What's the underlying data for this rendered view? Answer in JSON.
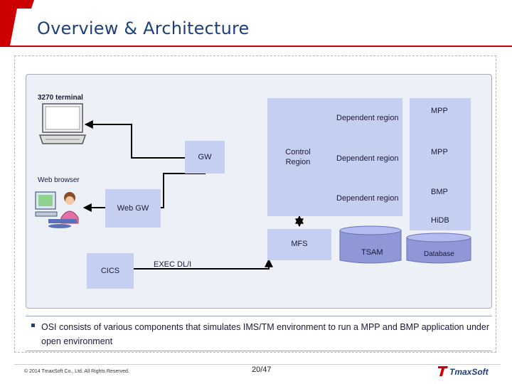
{
  "header": {
    "title": "Overview & Architecture"
  },
  "diagram": {
    "terminal_label": "3270 terminal",
    "web_browser_label": "Web browser",
    "gw": "GW",
    "web_gw": "Web GW",
    "control_region": "Control Region",
    "dependent_regions": [
      "Dependent region",
      "Dependent region",
      "Dependent region"
    ],
    "program_types": [
      "MPP",
      "MPP",
      "BMP"
    ],
    "hidb": "HiDB",
    "mfs": "MFS",
    "tsam": "TSAM",
    "database": "Database",
    "cics": "CICS",
    "exec_dli": "EXEC DL/I"
  },
  "note": {
    "text": "OSI consists of various components that simulates IMS/TM environment to run a MPP and BMP application under open environment"
  },
  "footer": {
    "copyright": "© 2014 TmaxSoft Co., Ltd. All Rights Reserved.",
    "page": "20/47",
    "logo_text": "TmaxSoft"
  },
  "colors": {
    "accent": "#cc0000",
    "title": "#1f3f7a",
    "box": "#c5cff2",
    "cylinder": "#8f97d6"
  }
}
